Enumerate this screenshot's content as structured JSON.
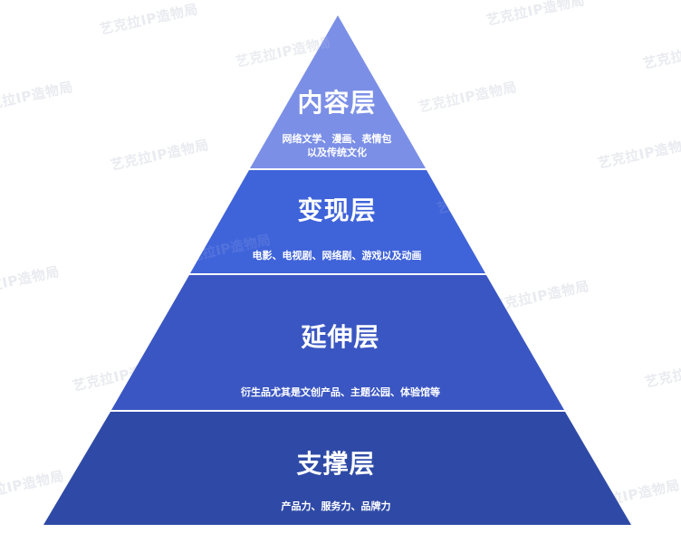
{
  "diagram": {
    "type": "pyramid",
    "watermark": "艺克拉IP造物局",
    "layers": [
      {
        "title": "内容层",
        "desc_lines": [
          "网络文学、漫画、表情包",
          "以及传统文化"
        ],
        "color": "#7b8fe6"
      },
      {
        "title": "变现层",
        "desc_lines": [
          "电影、电视剧、网络剧、游戏以及动画"
        ],
        "color": "#3f63d9"
      },
      {
        "title": "延伸层",
        "desc_lines": [
          "衍生品尤其是文创产品、主题公园、体验馆等"
        ],
        "color": "#3a56c2"
      },
      {
        "title": "支撑层",
        "desc_lines": [
          "产品力、服务力、品牌力"
        ],
        "color": "#2f4aa6"
      }
    ]
  }
}
